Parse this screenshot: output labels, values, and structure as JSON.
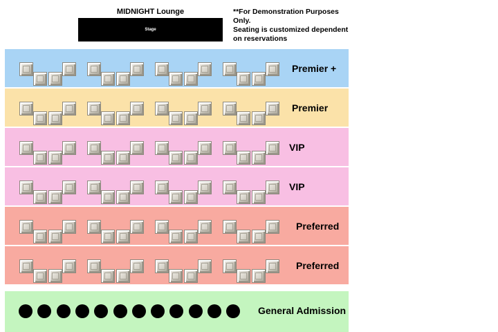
{
  "header": {
    "venue_title": "MIDNIGHT Lounge",
    "stage_label": "Stage",
    "disclaimer_lines": [
      "**For Demonstration Purposes",
      "Only.",
      "Seating is customized dependent",
      "on reservations"
    ]
  },
  "sections": [
    {
      "id": "premier-plus-1",
      "label": "Premier +",
      "color": "#a9d4f5",
      "type": "tables",
      "tables": 4
    },
    {
      "id": "premier-1",
      "label": "Premier",
      "color": "#fbe2a9",
      "type": "tables",
      "tables": 4
    },
    {
      "id": "vip-1",
      "label": "VIP",
      "color": "#f8bfe3",
      "type": "tables",
      "tables": 4
    },
    {
      "id": "vip-2",
      "label": "VIP",
      "color": "#f8bfe3",
      "type": "tables",
      "tables": 4
    },
    {
      "id": "preferred-1",
      "label": "Preferred",
      "color": "#f8aaa0",
      "type": "tables",
      "tables": 4
    },
    {
      "id": "preferred-2",
      "label": "Preferred",
      "color": "#f8aaa0",
      "type": "tables",
      "tables": 4
    },
    {
      "id": "general-admission",
      "label": "General Admission",
      "color": "#c4f5bf",
      "type": "standing",
      "spots": 12
    }
  ]
}
